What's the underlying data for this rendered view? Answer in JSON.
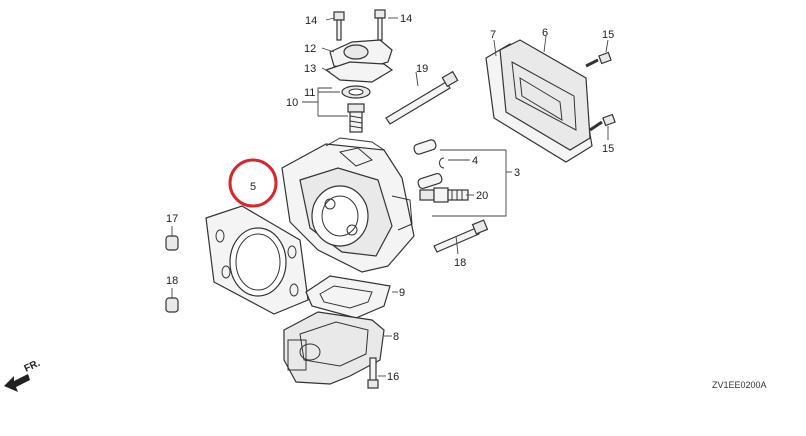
{
  "diagram": {
    "code": "ZV1EE0200A",
    "front_marker": "FR.",
    "highlight_color": "#d9262c",
    "callouts": [
      {
        "id": "c3",
        "label": "3"
      },
      {
        "id": "c4",
        "label": "4"
      },
      {
        "id": "c5",
        "label": "5"
      },
      {
        "id": "c6",
        "label": "6"
      },
      {
        "id": "c7",
        "label": "7"
      },
      {
        "id": "c8",
        "label": "8"
      },
      {
        "id": "c9",
        "label": "9"
      },
      {
        "id": "c10",
        "label": "10"
      },
      {
        "id": "c11",
        "label": "11"
      },
      {
        "id": "c12",
        "label": "12"
      },
      {
        "id": "c13",
        "label": "13"
      },
      {
        "id": "c14a",
        "label": "14"
      },
      {
        "id": "c14b",
        "label": "14"
      },
      {
        "id": "c15a",
        "label": "15"
      },
      {
        "id": "c15b",
        "label": "15"
      },
      {
        "id": "c16",
        "label": "16"
      },
      {
        "id": "c17",
        "label": "17"
      },
      {
        "id": "c18a",
        "label": "18"
      },
      {
        "id": "c18b",
        "label": "18"
      },
      {
        "id": "c19",
        "label": "19"
      },
      {
        "id": "c20",
        "label": "20"
      }
    ]
  }
}
